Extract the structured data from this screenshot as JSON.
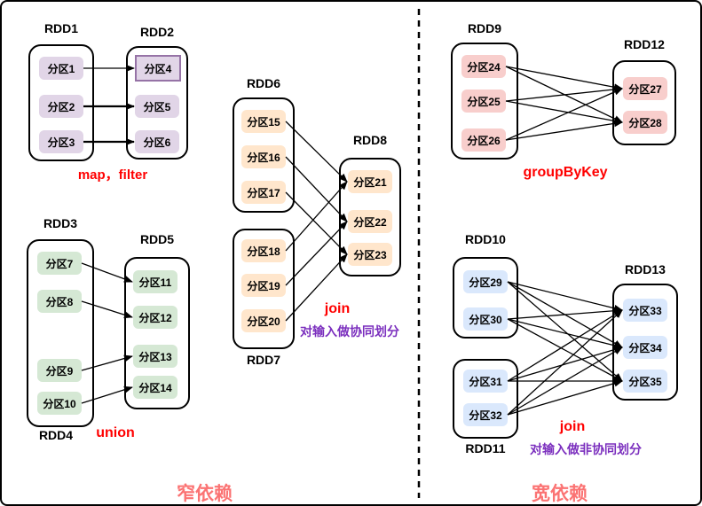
{
  "titles": {
    "rdd1": "RDD1",
    "rdd2": "RDD2",
    "rdd3": "RDD3",
    "rdd4": "RDD4",
    "rdd5": "RDD5",
    "rdd6": "RDD6",
    "rdd7": "RDD7",
    "rdd8": "RDD8",
    "rdd9": "RDD9",
    "rdd10": "RDD10",
    "rdd11": "RDD11",
    "rdd12": "RDD12",
    "rdd13": "RDD13"
  },
  "parts": {
    "p1": "分区1",
    "p2": "分区2",
    "p3": "分区3",
    "p4": "分区4",
    "p5": "分区5",
    "p6": "分区6",
    "p7": "分区7",
    "p8": "分区8",
    "p9": "分区9",
    "p10": "分区10",
    "p11": "分区11",
    "p12": "分区12",
    "p13": "分区13",
    "p14": "分区14",
    "p15": "分区15",
    "p16": "分区16",
    "p17": "分区17",
    "p18": "分区18",
    "p19": "分区19",
    "p20": "分区20",
    "p21": "分区21",
    "p22": "分区22",
    "p23": "分区23",
    "p24": "分区24",
    "p25": "分区25",
    "p26": "分区26",
    "p27": "分区27",
    "p28": "分区28",
    "p29": "分区29",
    "p30": "分区30",
    "p31": "分区31",
    "p32": "分区32",
    "p33": "分区33",
    "p34": "分区34",
    "p35": "分区35"
  },
  "operations": {
    "map_filter": {
      "label": "map，filter"
    },
    "union": {
      "label": "union"
    },
    "join_co": {
      "label": "join",
      "note": "对输入做协同划分"
    },
    "group_by_key": {
      "label": "groupByKey"
    },
    "join_non_co": {
      "label": "join",
      "note": "对输入做非协同划分"
    }
  },
  "sections": {
    "narrow": "窄依赖",
    "wide": "宽依赖"
  },
  "colors": {
    "purple_fill": "#E1D5E7",
    "purple_border": "#9673A6",
    "green_fill": "#D5E8D4",
    "orange_fill": "#FFE6CC",
    "pink_fill": "#F8CECC",
    "blue_fill": "#DAE8FC",
    "operation_red": "#FF0000",
    "note_purple": "#7B2FBE",
    "section_coral": "#FB7373"
  },
  "edges": [
    {
      "from": "p1",
      "to": "p4"
    },
    {
      "from": "p2",
      "to": "p5",
      "heavy": true
    },
    {
      "from": "p3",
      "to": "p6",
      "heavy": true
    },
    {
      "from": "p7",
      "to": "p11"
    },
    {
      "from": "p8",
      "to": "p12"
    },
    {
      "from": "p9",
      "to": "p13"
    },
    {
      "from": "p10",
      "to": "p14"
    },
    {
      "from": "p15",
      "to": "p21"
    },
    {
      "from": "p16",
      "to": "p22"
    },
    {
      "from": "p17",
      "to": "p23"
    },
    {
      "from": "p18",
      "to": "p21"
    },
    {
      "from": "p19",
      "to": "p22"
    },
    {
      "from": "p20",
      "to": "p23"
    },
    {
      "from": "p24",
      "to": "p27"
    },
    {
      "from": "p24",
      "to": "p28"
    },
    {
      "from": "p25",
      "to": "p27"
    },
    {
      "from": "p25",
      "to": "p28"
    },
    {
      "from": "p26",
      "to": "p27"
    },
    {
      "from": "p26",
      "to": "p28"
    },
    {
      "from": "p29",
      "to": "p33"
    },
    {
      "from": "p29",
      "to": "p34"
    },
    {
      "from": "p29",
      "to": "p35"
    },
    {
      "from": "p30",
      "to": "p33"
    },
    {
      "from": "p30",
      "to": "p34"
    },
    {
      "from": "p30",
      "to": "p35"
    },
    {
      "from": "p31",
      "to": "p33"
    },
    {
      "from": "p31",
      "to": "p34"
    },
    {
      "from": "p31",
      "to": "p35"
    },
    {
      "from": "p32",
      "to": "p33"
    },
    {
      "from": "p32",
      "to": "p34"
    },
    {
      "from": "p32",
      "to": "p35"
    }
  ]
}
